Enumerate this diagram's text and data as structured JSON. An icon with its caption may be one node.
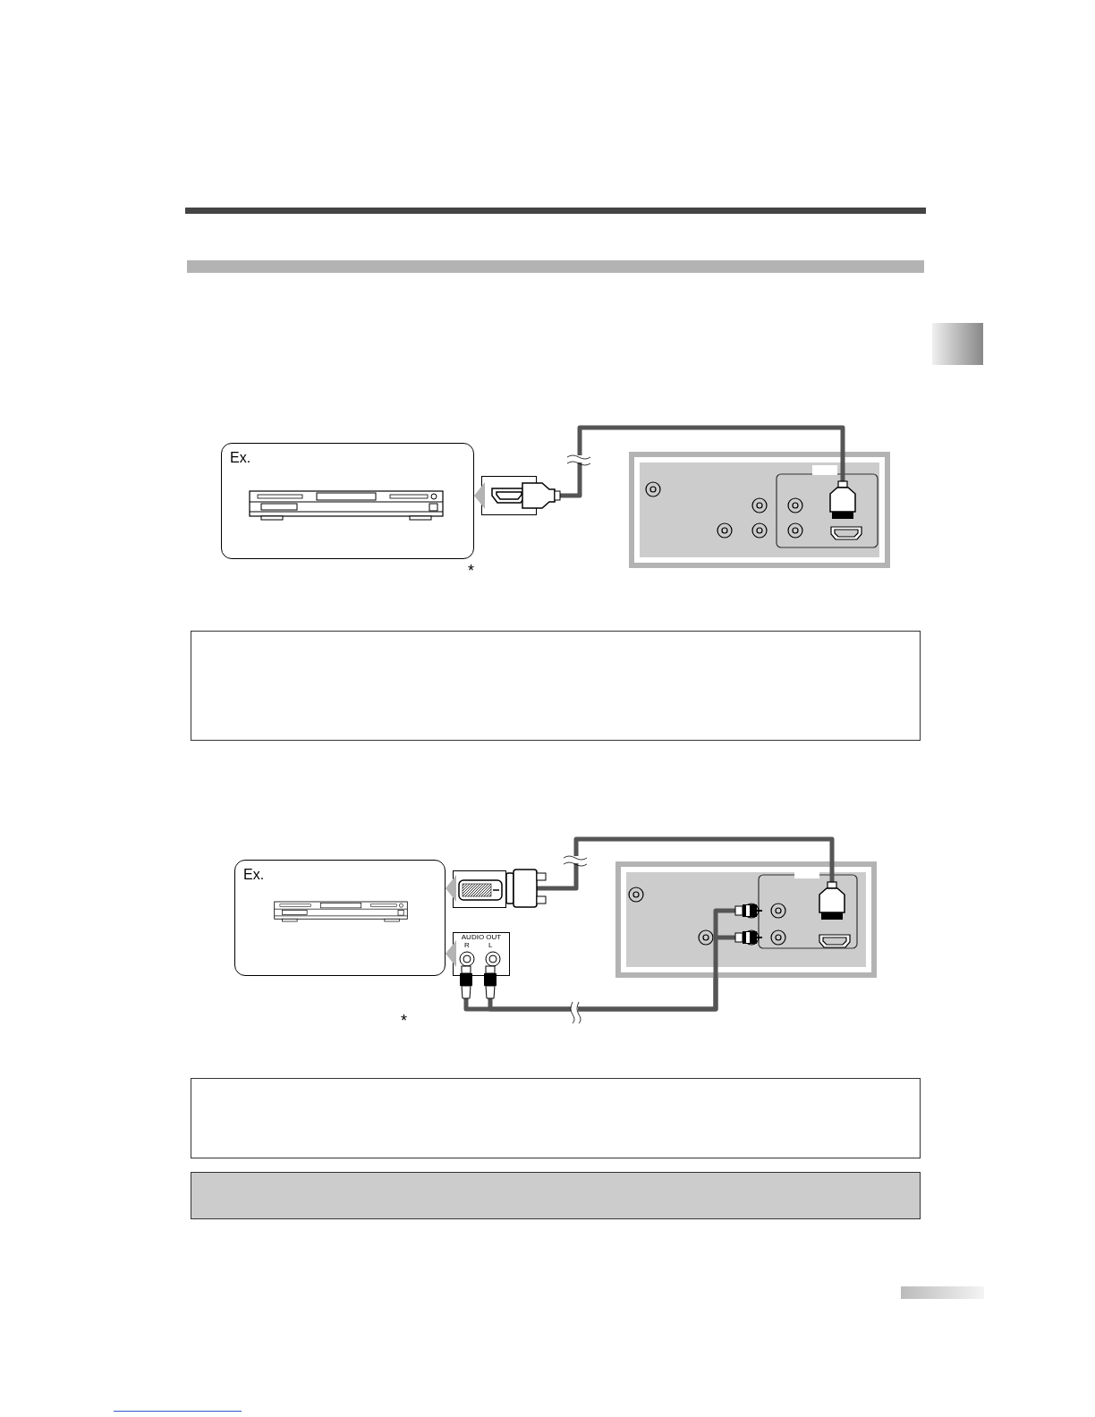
{
  "diagram": {
    "nodes": [
      {
        "text": [],
        "shape": "bar"
      },
      {
        "text": [
          "Ex."
        ],
        "beside": [
          "*"
        ]
      },
      {
        "text": [],
        "shape": "box"
      },
      {
        "text": [],
        "shape": "box"
      },
      {
        "text": [],
        "shape": "box"
      },
      {
        "text": [
          "Ex."
        ],
        "beside": [
          "*"
        ]
      },
      {
        "text": [],
        "shape": "box"
      },
      {
        "text": [
          "AUDIO OUT",
          "R",
          "L"
        ]
      },
      {
        "text": [],
        "shape": "box"
      },
      {
        "text": [],
        "shape": "box"
      },
      {
        "text": [],
        "shape": "box"
      }
    ],
    "edges": [
      {
        "from": 2,
        "to": 1,
        "arrow": "to",
        "color": "#b3b3b3"
      },
      {
        "from": 2,
        "to": 3,
        "arrow": "none"
      },
      {
        "from": 6,
        "to": 5,
        "arrow": "to",
        "color": "#b3b3b3"
      },
      {
        "from": 7,
        "to": 5,
        "arrow": "to",
        "color": "#b3b3b3"
      },
      {
        "from": 6,
        "to": 8,
        "arrow": "none"
      },
      {
        "from": 7,
        "to": 8,
        "arrow": "none"
      },
      {
        "from": 7,
        "to": 8,
        "arrow": "none"
      }
    ]
  }
}
